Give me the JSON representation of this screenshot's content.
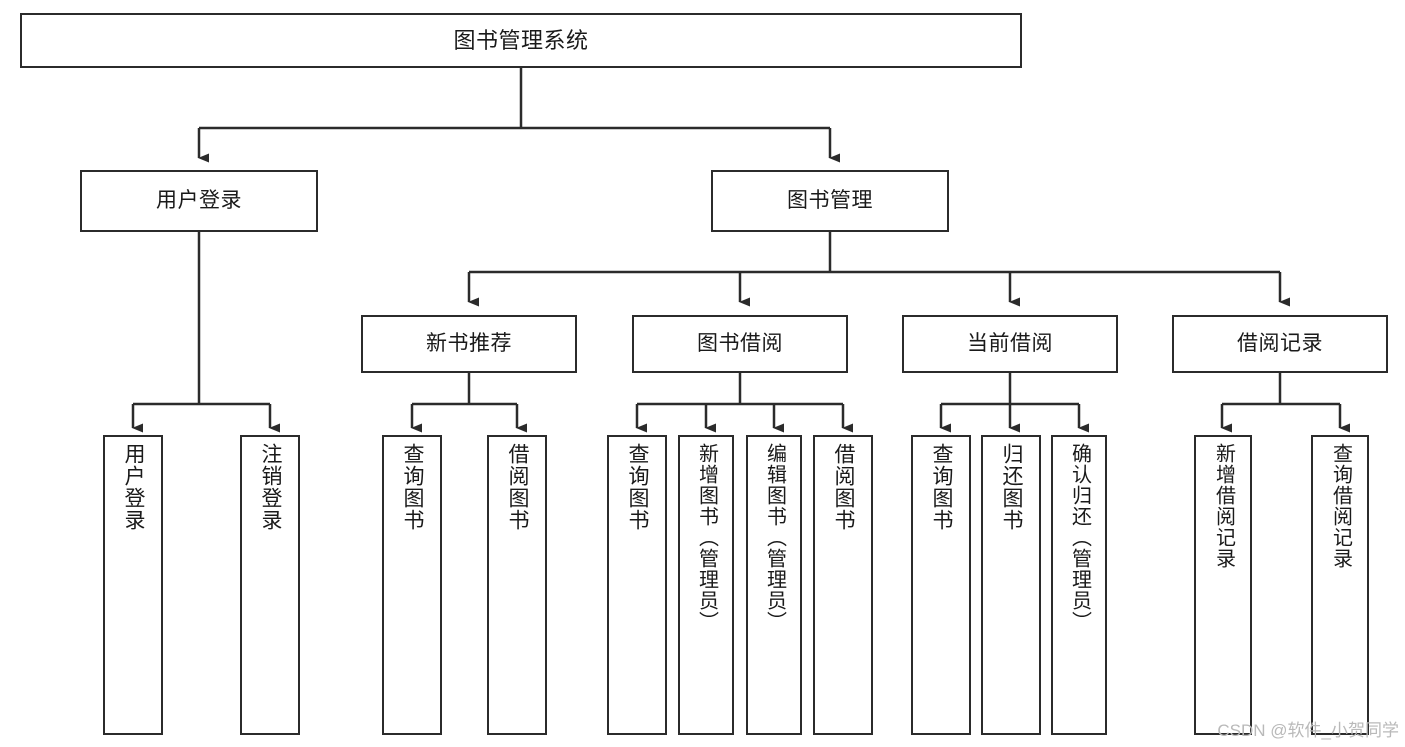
{
  "diagram": {
    "title": "图书管理系统",
    "type": "hierarchy-tree",
    "watermark": "CSDN @软件_小贺同学",
    "colors": {
      "stroke": "#2b2b2b",
      "fill": "#ffffff",
      "text": "#1a1a1a",
      "watermark": "#b9b9b9"
    },
    "nodes": {
      "root": {
        "label": "图书管理系统",
        "level": 1,
        "orientation": "horizontal"
      },
      "level2": [
        {
          "id": "user-login",
          "label": "用户登录",
          "orientation": "horizontal"
        },
        {
          "id": "book-management",
          "label": "图书管理",
          "orientation": "horizontal"
        }
      ],
      "level3": [
        {
          "id": "new-book-recommend",
          "label": "新书推荐",
          "orientation": "horizontal",
          "parent": "book-management"
        },
        {
          "id": "book-borrow",
          "label": "图书借阅",
          "orientation": "horizontal",
          "parent": "book-management"
        },
        {
          "id": "current-borrow",
          "label": "当前借阅",
          "orientation": "horizontal",
          "parent": "book-management"
        },
        {
          "id": "borrow-record",
          "label": "借阅记录",
          "orientation": "horizontal",
          "parent": "book-management"
        }
      ],
      "leaves": [
        {
          "id": "leaf-user-login",
          "label": "用户登录",
          "orientation": "vertical",
          "parent": "user-login"
        },
        {
          "id": "leaf-user-logout",
          "label": "注销登录",
          "orientation": "vertical",
          "parent": "user-login"
        },
        {
          "id": "leaf-query-book-rec",
          "label": "查询图书",
          "orientation": "vertical",
          "parent": "new-book-recommend"
        },
        {
          "id": "leaf-borrow-book-rec",
          "label": "借阅图书",
          "orientation": "vertical",
          "parent": "new-book-recommend"
        },
        {
          "id": "leaf-query-book-borrow",
          "label": "查询图书",
          "orientation": "vertical",
          "parent": "book-borrow"
        },
        {
          "id": "leaf-add-book",
          "label": "新增图书（管理员）",
          "orientation": "vertical",
          "parent": "book-borrow"
        },
        {
          "id": "leaf-edit-book",
          "label": "编辑图书（管理员）",
          "orientation": "vertical",
          "parent": "book-borrow"
        },
        {
          "id": "leaf-borrow-book",
          "label": "借阅图书",
          "orientation": "vertical",
          "parent": "book-borrow"
        },
        {
          "id": "leaf-query-book-current",
          "label": "查询图书",
          "orientation": "vertical",
          "parent": "current-borrow"
        },
        {
          "id": "leaf-return-book",
          "label": "归还图书",
          "orientation": "vertical",
          "parent": "current-borrow"
        },
        {
          "id": "leaf-confirm-return",
          "label": "确认归还（管理员）",
          "orientation": "vertical",
          "parent": "current-borrow"
        },
        {
          "id": "leaf-add-record",
          "label": "新增借阅记录",
          "orientation": "vertical",
          "parent": "borrow-record"
        },
        {
          "id": "leaf-query-record",
          "label": "查询借阅记录",
          "orientation": "vertical",
          "parent": "borrow-record"
        }
      ]
    }
  }
}
